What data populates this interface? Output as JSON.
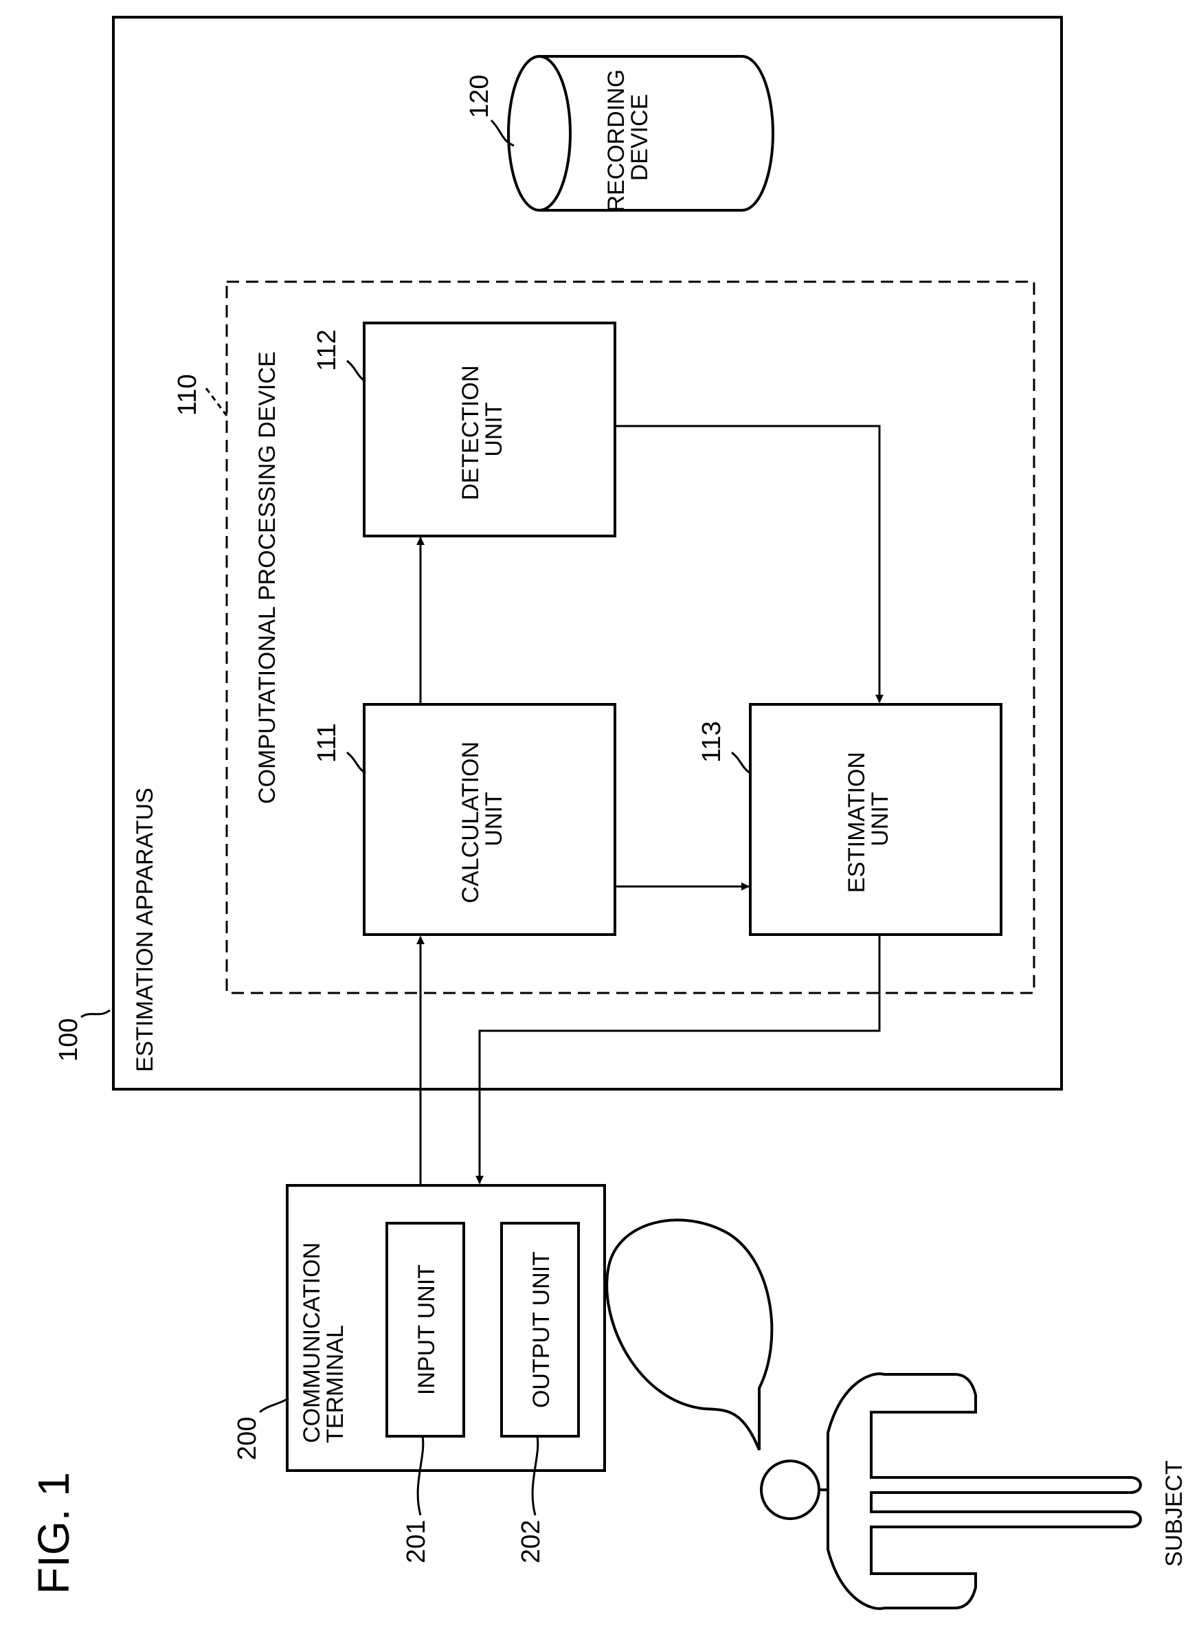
{
  "figure": {
    "label": "FIG. 1"
  },
  "estimation_apparatus": {
    "label": "ESTIMATION APPARATUS",
    "ref": "100"
  },
  "recording_device": {
    "label": [
      "RECORDING",
      "DEVICE"
    ],
    "ref": "120"
  },
  "computational_processing_device": {
    "label": "COMPUTATIONAL PROCESSING DEVICE",
    "ref": "110"
  },
  "detection_unit": {
    "label": [
      "DETECTION",
      "UNIT"
    ],
    "ref": "112"
  },
  "calculation_unit": {
    "label": [
      "CALCULATION",
      "UNIT"
    ],
    "ref": "111"
  },
  "estimation_unit": {
    "label": [
      "ESTIMATION",
      "UNIT"
    ],
    "ref": "113"
  },
  "communication_terminal": {
    "label": [
      "COMMUNICATION",
      "TERMINAL"
    ],
    "ref": "200"
  },
  "input_unit": {
    "label": "INPUT UNIT",
    "ref": "201"
  },
  "output_unit": {
    "label": "OUTPUT UNIT",
    "ref": "202"
  },
  "subject": {
    "label": "SUBJECT"
  },
  "colors": {
    "line": "#000000",
    "background": "#ffffff"
  }
}
